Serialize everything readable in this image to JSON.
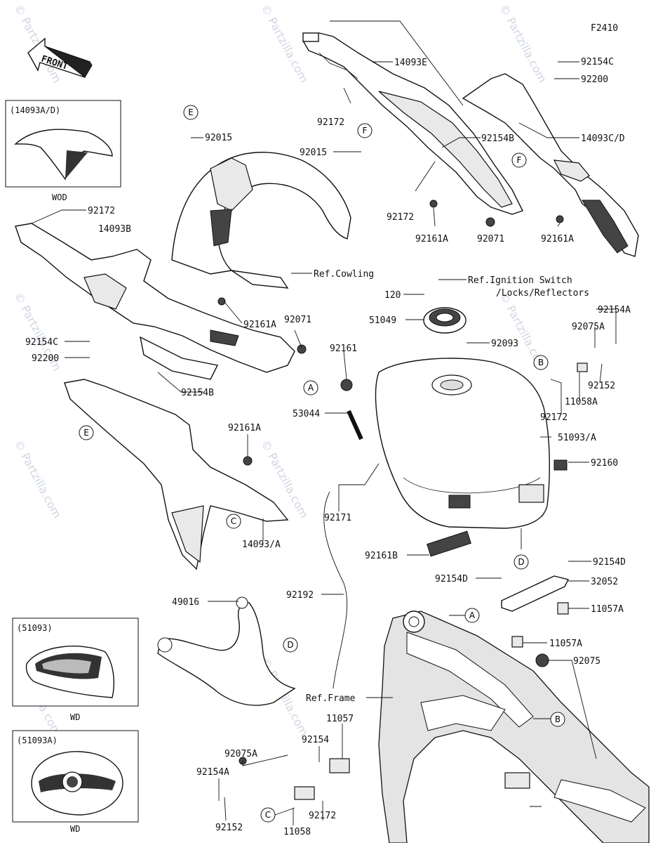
{
  "figure_code": "F2410",
  "front_arrow": "FRONT",
  "watermark": "© Partzilla.com",
  "insets": [
    {
      "title": "(14093A/D)",
      "caption": "WOD"
    },
    {
      "title": "(51093)",
      "caption": "WD"
    },
    {
      "title": "(51093A)",
      "caption": "WD"
    }
  ],
  "parts": {
    "p14093E": "14093E",
    "p92154C_top": "92154C",
    "p92200_top": "92200",
    "p14093CD": "14093C/D",
    "p92172_top": "92172",
    "p92015_a": "92015",
    "p92015_b": "92015",
    "p92154B_r": "92154B",
    "p92172_mid": "92172",
    "p92161A_r": "92161A",
    "p92071_r": "92071",
    "p92161A_far": "92161A",
    "p92172_l": "92172",
    "p14093B": "14093B",
    "ref_cowling": "Ref.Cowling",
    "ref_ignition_1": "Ref.Ignition Switch",
    "ref_ignition_2": "/Locks/Reflectors",
    "p120": "120",
    "p51049": "51049",
    "p92093": "92093",
    "p92154A_r": "92154A",
    "p92075A_r": "92075A",
    "p92161A_l": "92161A",
    "p92071_l": "92071",
    "p92154C_l": "92154C",
    "p92200_l": "92200",
    "p92161": "92161",
    "p92154B_l": "92154B",
    "p92152_r": "92152",
    "p11058A": "11058A",
    "p92172_r": "92172",
    "p53044": "53044",
    "p51093A": "51093/A",
    "p92161A_low": "92161A",
    "p92160": "92160",
    "p92171": "92171",
    "p14093A": "14093/A",
    "p92154D_a": "92154D",
    "p92161B": "92161B",
    "p92154D_b": "92154D",
    "p32052": "32052",
    "p92192": "92192",
    "p11057A_a": "11057A",
    "p49016": "49016",
    "p11057A_b": "11057A",
    "p92075": "92075",
    "ref_frame": "Ref.Frame",
    "p11057": "11057",
    "p92154": "92154",
    "p92075A_l": "92075A",
    "p92154A_l": "92154A",
    "p92172_b": "92172",
    "p92152_l": "92152",
    "p11058": "11058"
  },
  "callouts": {
    "E_top": "E",
    "F_top": "F",
    "F_right": "F",
    "E_left": "E",
    "A_tank": "A",
    "B_right": "B",
    "C_left": "C",
    "D_tank": "D",
    "D_low": "D",
    "A_frame": "A",
    "B_frame": "B",
    "C_bottom": "C"
  }
}
